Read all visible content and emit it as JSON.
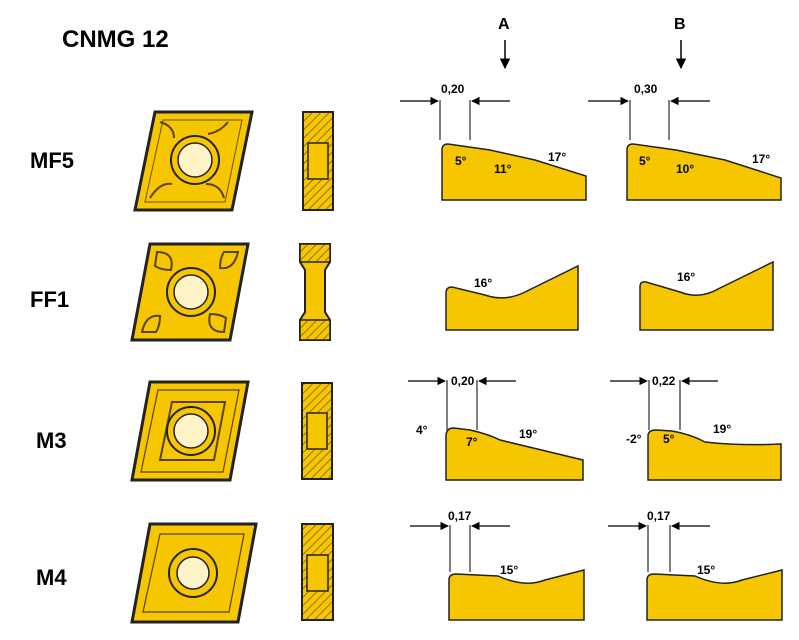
{
  "title": "CNMG 12",
  "columns": {
    "a": "A",
    "b": "B"
  },
  "colors": {
    "insert_fill": "#F6C700",
    "outline": "#222222",
    "hatch": "#8a6a00"
  },
  "rows": [
    {
      "label": "MF5",
      "a": {
        "dim": "0,20",
        "angles": [
          "5°",
          "11°",
          "17°"
        ]
      },
      "b": {
        "dim": "0,30",
        "angles": [
          "5°",
          "10°",
          "17°"
        ]
      }
    },
    {
      "label": "FF1",
      "a": {
        "angles": [
          "16°"
        ]
      },
      "b": {
        "angles": [
          "16°"
        ]
      }
    },
    {
      "label": "M3",
      "a": {
        "dim": "0,20",
        "angles": [
          "4°",
          "7°",
          "19°"
        ]
      },
      "b": {
        "dim": "0,22",
        "angles": [
          "-2°",
          "5°",
          "19°"
        ]
      }
    },
    {
      "label": "M4",
      "a": {
        "dim": "0,17",
        "angles": [
          "15°"
        ]
      },
      "b": {
        "dim": "0,17",
        "angles": [
          "15°"
        ]
      }
    }
  ]
}
